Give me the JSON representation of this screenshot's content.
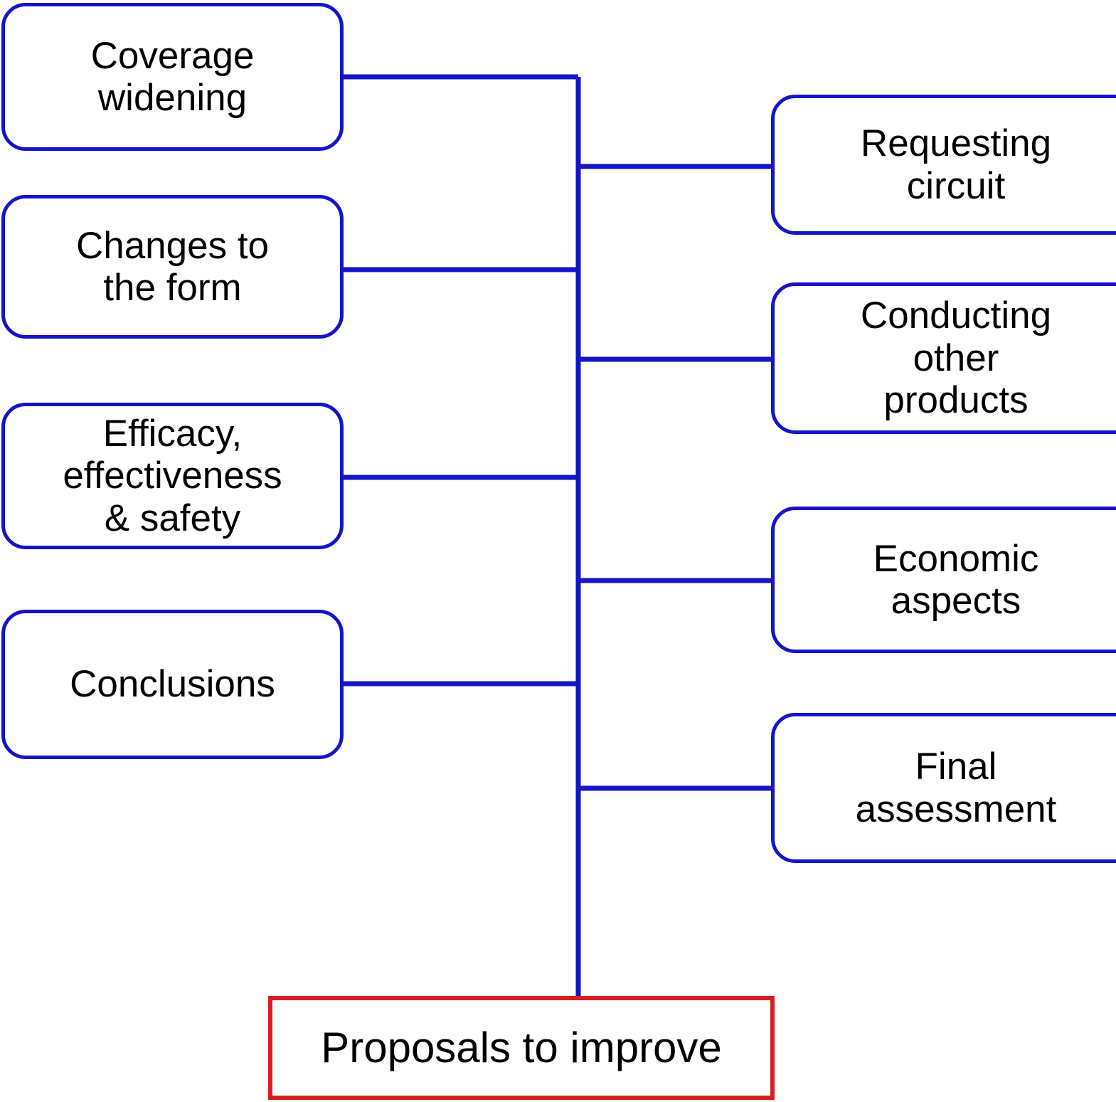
{
  "diagram": {
    "title": "Proposals to improve",
    "orientation": "tree-with-central-trunk",
    "colors": {
      "branch_box_border": "#1414c8",
      "connector_line": "#1414c8",
      "target_box_border": "#d81f1f",
      "text": "#000000",
      "background": "#ffffff"
    },
    "left_branches": [
      {
        "id": "coverage-widening",
        "label": "Coverage\nwidening"
      },
      {
        "id": "changes-to-the-form",
        "label": "Changes to\nthe form"
      },
      {
        "id": "efficacy",
        "label": "Efficacy,\neffectiveness\n& safety"
      },
      {
        "id": "conclusions",
        "label": "Conclusions"
      }
    ],
    "right_branches": [
      {
        "id": "requesting-circuit",
        "label": "Requesting\ncircuit"
      },
      {
        "id": "conducting-other-products",
        "label": "Conducting\nother\nproducts"
      },
      {
        "id": "economic-aspects",
        "label": "Economic\naspects"
      },
      {
        "id": "final-assessment",
        "label": "Final\nassessment"
      }
    ],
    "target": {
      "id": "proposals-to-improve",
      "label": "Proposals to improve"
    }
  }
}
